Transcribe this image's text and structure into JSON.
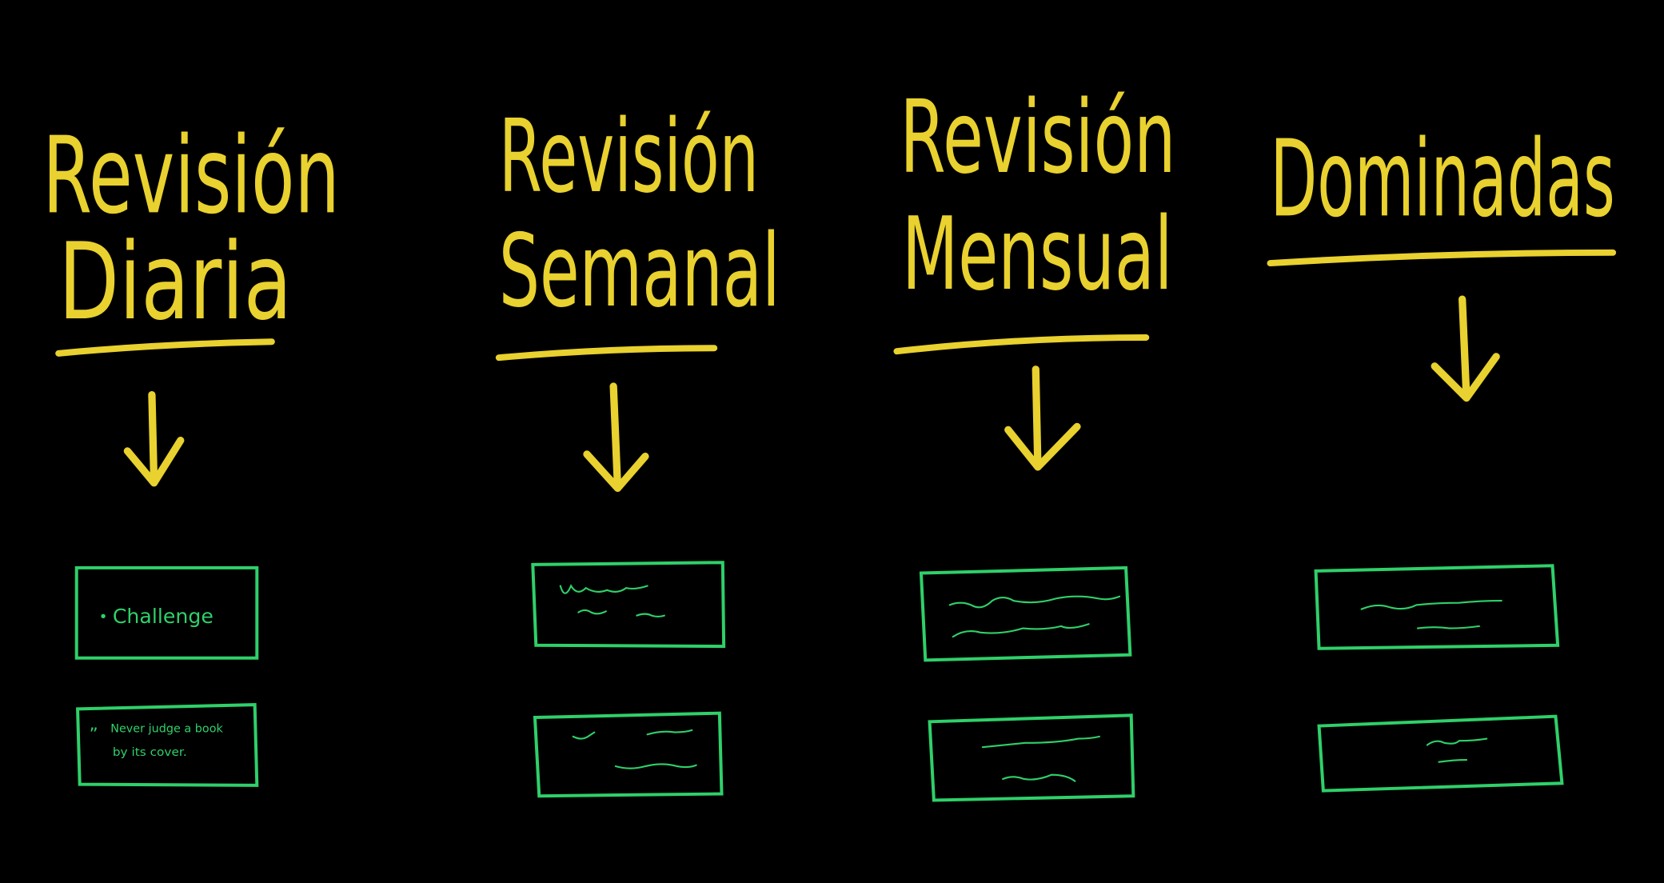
{
  "colors": {
    "background": "#000000",
    "titles": "#e9d12f",
    "cards": "#2fd06a"
  },
  "columns": [
    {
      "title_line1": "Revisión",
      "title_line2": "Diaria",
      "cards": [
        {
          "bullet": "•",
          "text": "Challenge"
        },
        {
          "quote_mark": "”",
          "line1": "Never judge a book",
          "line2": "by its cover."
        }
      ]
    },
    {
      "title_line1": "Revisión",
      "title_line2": "Semanal"
    },
    {
      "title_line1": "Revisión",
      "title_line2": "Mensual"
    },
    {
      "title_line1": "Dominadas"
    }
  ]
}
